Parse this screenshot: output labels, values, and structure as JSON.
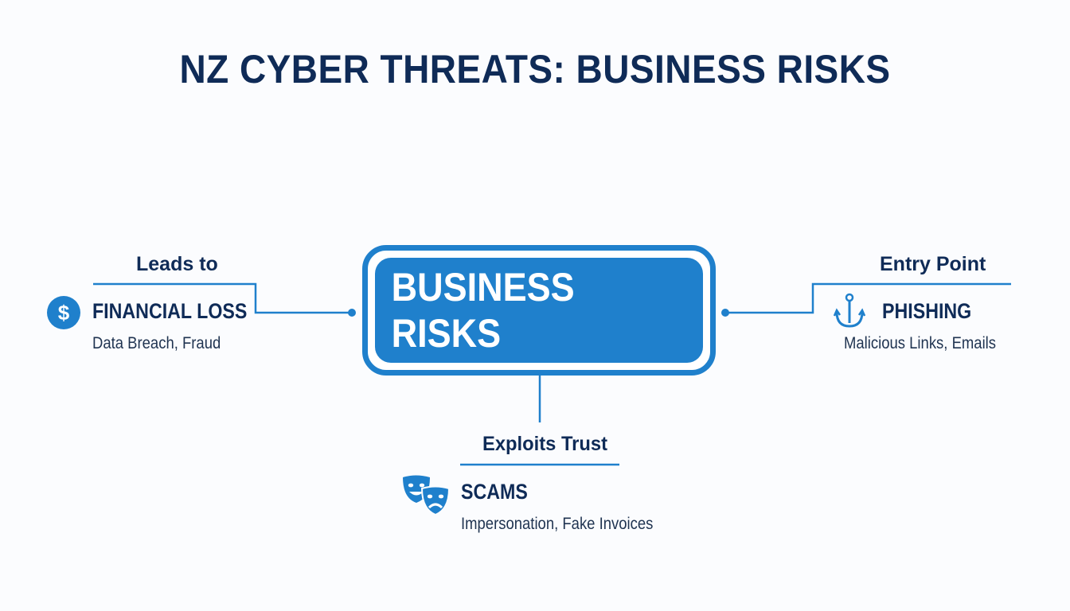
{
  "title": "NZ CYBER THREATS: BUSINESS RISKS",
  "center": {
    "label": "BUSINESS RISKS"
  },
  "nodes": {
    "left": {
      "edge_label": "Leads to",
      "title": "FINANCIAL LOSS",
      "subtitle": "Data Breach, Fraud",
      "icon": "dollar-icon"
    },
    "right": {
      "edge_label": "Entry Point",
      "title": "PHISHING",
      "subtitle": "Malicious Links, Emails",
      "icon": "fishing-hook-icon"
    },
    "bottom": {
      "edge_label": "Exploits Trust",
      "title": "SCAMS",
      "subtitle": "Impersonation, Fake Invoices",
      "icon": "theater-masks-icon"
    }
  },
  "colors": {
    "primary": "#1f80cc",
    "dark_text": "#0f2b57",
    "background": "#fbfcfe"
  }
}
